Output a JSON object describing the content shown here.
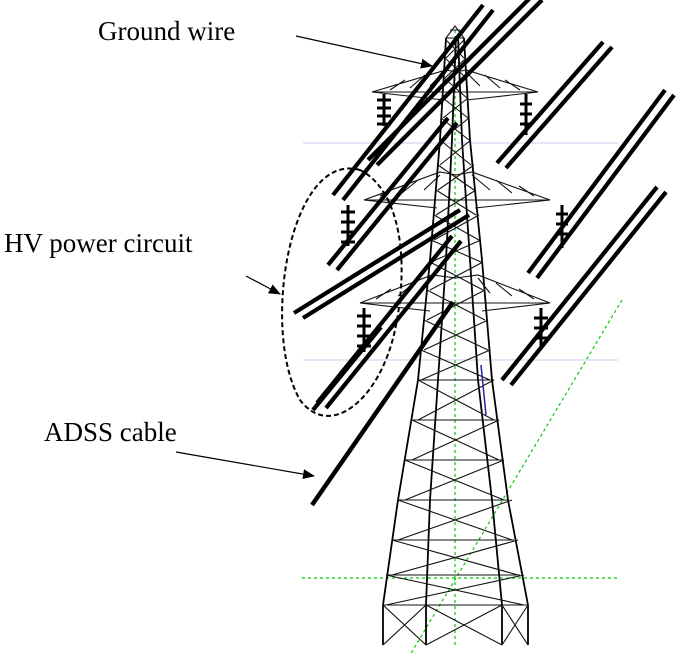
{
  "labels": {
    "ground_wire": "Ground wire",
    "hv_power_circuit": "HV power circuit",
    "adss_cable": "ADSS cable"
  },
  "colors": {
    "line": "#000000",
    "axis_guides": "#00cc00",
    "horizontal_guides": "#ccccee",
    "accent_member": "#2222aa"
  }
}
